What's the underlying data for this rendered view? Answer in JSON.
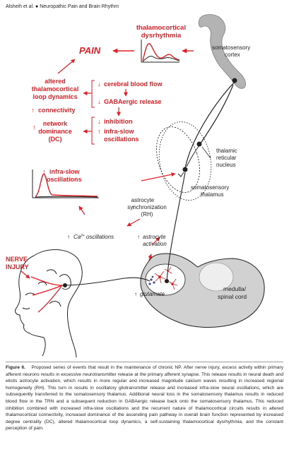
{
  "header": {
    "authors": "Alsheih et al.",
    "journal": "Neuropathic Pain and Brain Rhythm"
  },
  "figure": {
    "labels": {
      "thalamocortical_line1": "thalamocortical",
      "thalamocortical_line2": "dysrhythmia",
      "pain": "PAIN",
      "somatosensory_cortex_line1": "somatosensory",
      "somatosensory_cortex_line2": "cortex",
      "altered_line1": "altered",
      "altered_line2": "thalamocortical",
      "altered_line3": "loop dynamics",
      "connectivity": "connectivity",
      "network_line1": "network",
      "network_line2": "dominance",
      "network_line3": "(DC)",
      "cerebral_blood_flow": "cerebral blood flow",
      "gaba_release": "GABAergic release",
      "inhibition": "inhibition",
      "infra_slow_line1": "infra-slow",
      "infra_slow_line2": "oscillations",
      "thalamic_line1": "thalamic",
      "thalamic_line2": "reticular",
      "thalamic_line3": "nucleus",
      "thalamus_line1": "somatosensory",
      "thalamus_line2": "thalamus",
      "infra_slow2_line1": "infra-slow",
      "infra_slow2_line2": "oscillations",
      "astro_sync_line1": "astrocyte",
      "astro_sync_line2": "synchronization",
      "astro_sync_line3": "(RH)",
      "ca_prefix": "Ca",
      "ca_sup": "2+",
      "ca_suffix": "oscillations",
      "astro_act_line1": "astrocyte",
      "astro_act_line2": "activation",
      "nerve_line1": "NERVE",
      "nerve_line2": "INJURY",
      "glutamate": "glutamate",
      "medulla_line1": "medulla/",
      "medulla_line2": "spinal cord"
    },
    "arrow_up": "↑",
    "arrow_down": "↓",
    "colors": {
      "red": "#e31e24",
      "black": "#231f20",
      "gray": "#999999"
    }
  },
  "caption": {
    "label": "Figure 6.",
    "text": "Proposed series of events that result in the maintenance of chronic NP. After nerve injury, excess activity within primary afferent neurons results in excessive neurotransmitter release at the primary afferent synapse. This release results in neural death and elicits astrocyte activation, which results in more regular and increased magnitude calcium waves resulting in increased regional homogeneity (RH). This turn in results in oscillatory gliotransmitter release and increased infra-slow neural oscillations, which are subsequently transferred to the somatosensory thalamus. Additional neural loss in the somatosensory thalamus results in reduced blood flow in the TRN and a subsequent reduction in GABAergic release back onto the somatosensory thalamus. This reduced inhibition combined with increased infra-slow oscillations and the recurrent nature of thalamocortical circuits results in altered thalamocortical connectivity, increased dominance of the ascending pain pathway in overall brain function represented by increased degree centrality (DC), altered thalamocortical loop dynamics, a self-sustaining thalamocortical dysrhythmia, and the constant perception of pain."
  }
}
